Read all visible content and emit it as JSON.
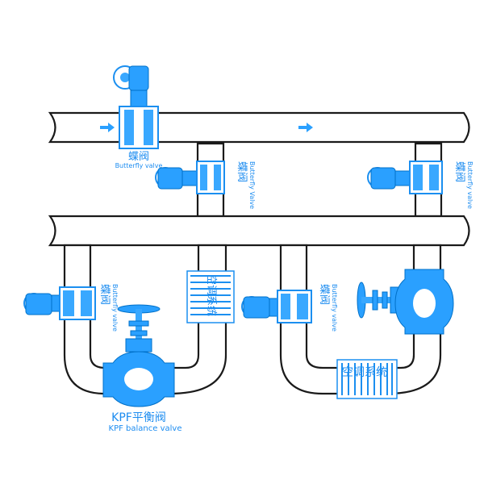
{
  "colors": {
    "accent": "#2aa0ff",
    "pipe_outline": "#1a1a1a"
  },
  "labels": {
    "butterfly_cn": "蝶阀",
    "butterfly_en": "Butterfly valve",
    "top_butterfly_en": "Butterfly Valve",
    "cooling_cn": "空调系统",
    "kpf_cn": "KPF平衡阀",
    "kpf_en": "KPF balance valve"
  },
  "icons": [
    "flow-arrow-icon",
    "butterfly-valve-icon",
    "balance-valve-icon",
    "coil-icon"
  ]
}
